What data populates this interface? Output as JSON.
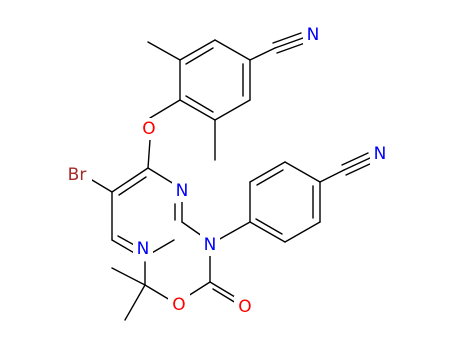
{
  "molecule": {
    "atoms": [
      {
        "id": "N_nitrile_top",
        "text": "N",
        "color": "#0000ff"
      },
      {
        "id": "O_ether",
        "text": "O",
        "color": "#ff0000"
      },
      {
        "id": "Br",
        "text": "Br",
        "color": "#a52a2a"
      },
      {
        "id": "N_ring3",
        "text": "N",
        "color": "#0000ff"
      },
      {
        "id": "N_ring1",
        "text": "N",
        "color": "#0000ff"
      },
      {
        "id": "N_amine",
        "text": "N",
        "color": "#0000ff"
      },
      {
        "id": "N_nitrile_right",
        "text": "N",
        "color": "#0000ff"
      },
      {
        "id": "O_ester",
        "text": "O",
        "color": "#ff0000"
      },
      {
        "id": "O_carbonyl",
        "text": "O",
        "color": "#ff0000"
      }
    ]
  }
}
